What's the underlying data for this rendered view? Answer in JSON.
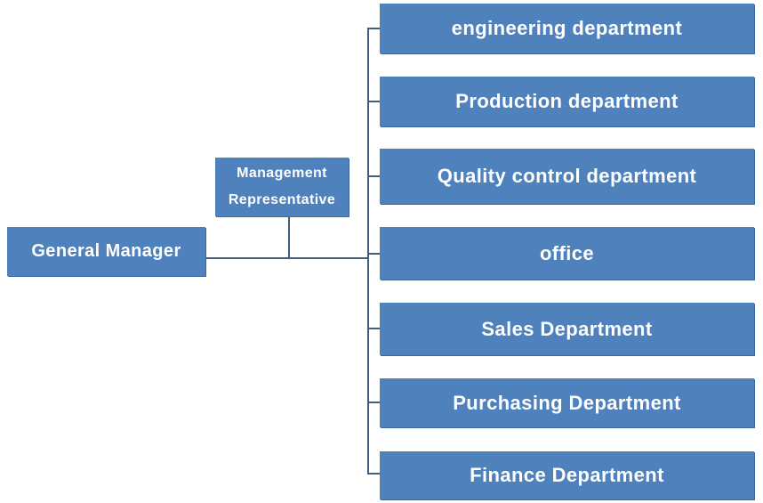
{
  "chart": {
    "root": {
      "label": "General Manager"
    },
    "representative": {
      "line1": "Management",
      "line2": "Representative"
    },
    "departments": [
      {
        "label": "engineering department"
      },
      {
        "label": "Production department"
      },
      {
        "label": "Quality control department"
      },
      {
        "label": "office"
      },
      {
        "label": "Sales Department"
      },
      {
        "label": "Purchasing Department"
      },
      {
        "label": "Finance Department"
      }
    ]
  },
  "colors": {
    "box_fill": "#4f81bd",
    "box_text": "#ffffff",
    "connector": "#3f5f80"
  }
}
